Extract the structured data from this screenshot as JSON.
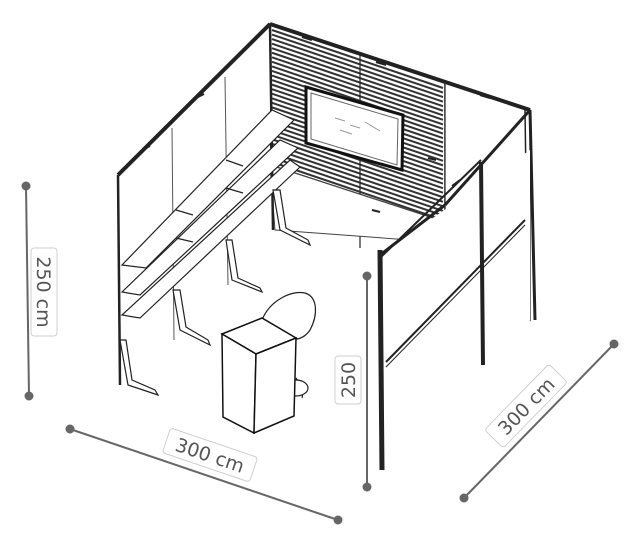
{
  "dimensions": {
    "height_left": "250 cm",
    "width_front": "300 cm",
    "depth_right": "300 cm",
    "height_inner": "250"
  },
  "colors": {
    "dimension_line": "#666666",
    "frame": "#222222",
    "slat": "#333333",
    "panel": "#ffffff"
  }
}
